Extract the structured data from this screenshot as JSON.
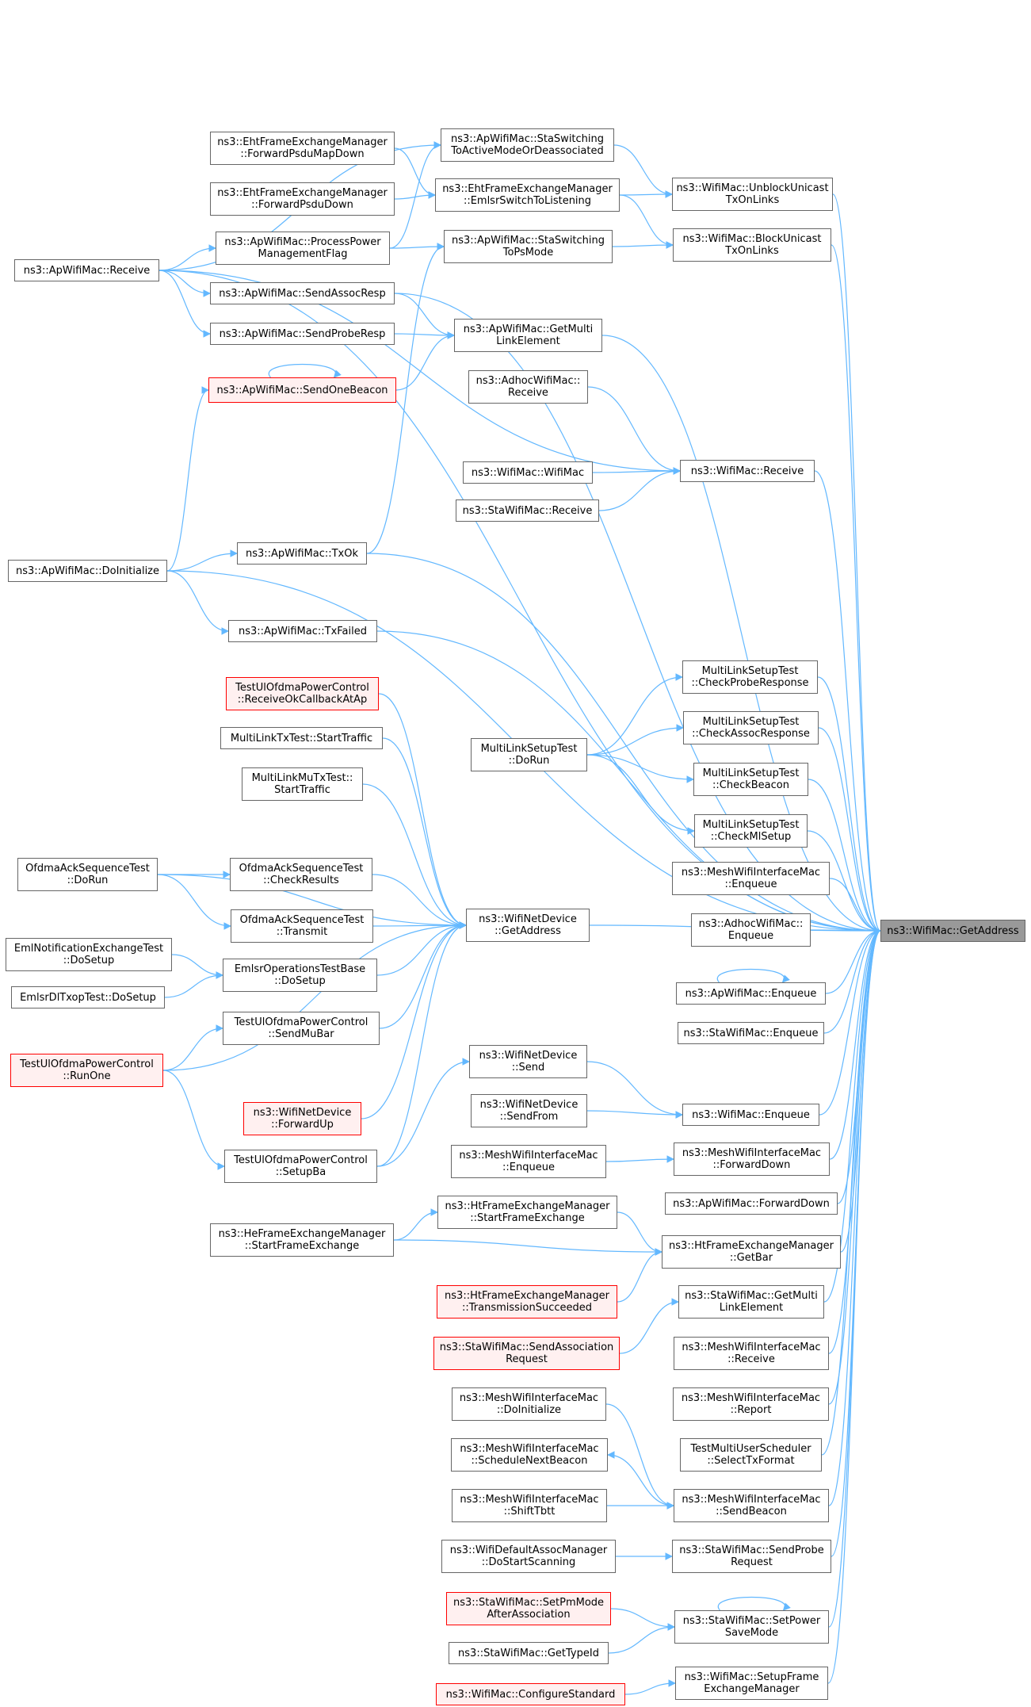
{
  "graph": {
    "title": "Caller graph",
    "focus": "ns3::WifiMac::GetAddress",
    "colors": {
      "edge": "#63b8ff",
      "node_border": "#666666",
      "red_border": "#ff0000",
      "red_fill": "#fff0f0",
      "focus_fill": "#999999"
    },
    "nodes": [
      {
        "id": "getaddr",
        "label": "ns3::WifiMac::GetAddress",
        "style": "focus"
      },
      {
        "id": "aprecv",
        "label": "ns3::ApWifiMac::Receive"
      },
      {
        "id": "efem_fpmd",
        "label": "ns3::EhtFrameExchangeManager\n::ForwardPsduMapDown"
      },
      {
        "id": "efem_fpd",
        "label": "ns3::EhtFrameExchangeManager\n::ForwardPsduDown"
      },
      {
        "id": "ap_ppmf",
        "label": "ns3::ApWifiMac::ProcessPower\nManagementFlag"
      },
      {
        "id": "ap_sar",
        "label": "ns3::ApWifiMac::SendAssocResp"
      },
      {
        "id": "ap_spr",
        "label": "ns3::ApWifiMac::SendProbeResp"
      },
      {
        "id": "ap_sob",
        "label": "ns3::ApWifiMac::SendOneBeacon",
        "style": "red"
      },
      {
        "id": "ap_ssam",
        "label": "ns3::ApWifiMac::StaSwitching\nToActiveModeOrDeassociated"
      },
      {
        "id": "efem_estl",
        "label": "ns3::EhtFrameExchangeManager\n::EmlsrSwitchToListening"
      },
      {
        "id": "ap_sstp",
        "label": "ns3::ApWifiMac::StaSwitching\nToPsMode"
      },
      {
        "id": "ap_gmle",
        "label": "ns3::ApWifiMac::GetMulti\nLinkElement"
      },
      {
        "id": "adhoc_recv",
        "label": "ns3::AdhocWifiMac::\nReceive"
      },
      {
        "id": "wm_wm",
        "label": "ns3::WifiMac::WifiMac"
      },
      {
        "id": "sta_recv",
        "label": "ns3::StaWifiMac::Receive"
      },
      {
        "id": "wm_uut",
        "label": "ns3::WifiMac::UnblockUnicast\nTxOnLinks"
      },
      {
        "id": "wm_but",
        "label": "ns3::WifiMac::BlockUnicast\nTxOnLinks"
      },
      {
        "id": "wm_recv",
        "label": "ns3::WifiMac::Receive"
      },
      {
        "id": "ap_doinit",
        "label": "ns3::ApWifiMac::DoInitialize"
      },
      {
        "id": "ap_txok",
        "label": "ns3::ApWifiMac::TxOk"
      },
      {
        "id": "ap_txf",
        "label": "ns3::ApWifiMac::TxFailed"
      },
      {
        "id": "tuopc_roc",
        "label": "TestUlOfdmaPowerControl\n::ReceiveOkCallbackAtAp",
        "style": "red"
      },
      {
        "id": "mltx_st",
        "label": "MultiLinkTxTest::StartTraffic"
      },
      {
        "id": "mlmu_st",
        "label": "MultiLinkMuTxTest::\nStartTraffic"
      },
      {
        "id": "oast_dorun",
        "label": "OfdmaAckSequenceTest\n::DoRun"
      },
      {
        "id": "oast_cr",
        "label": "OfdmaAckSequenceTest\n::CheckResults"
      },
      {
        "id": "oast_tx",
        "label": "OfdmaAckSequenceTest\n::Transmit"
      },
      {
        "id": "enet_ds",
        "label": "EmlNotificationExchangeTest\n::DoSetup"
      },
      {
        "id": "eotb_ds",
        "label": "EmlsrOperationsTestBase\n::DoSetup"
      },
      {
        "id": "edtt_ds",
        "label": "EmlsrDlTxopTest::DoSetup"
      },
      {
        "id": "tuopc_smb",
        "label": "TestUlOfdmaPowerControl\n::SendMuBar"
      },
      {
        "id": "tuopc_run",
        "label": "TestUlOfdmaPowerControl\n::RunOne",
        "style": "red"
      },
      {
        "id": "wnd_fu",
        "label": "ns3::WifiNetDevice\n::ForwardUp",
        "style": "red"
      },
      {
        "id": "tuopc_sba",
        "label": "TestUlOfdmaPowerControl\n::SetupBa"
      },
      {
        "id": "wnd_ga",
        "label": "ns3::WifiNetDevice\n::GetAddress"
      },
      {
        "id": "mlst_dorun",
        "label": "MultiLinkSetupTest\n::DoRun"
      },
      {
        "id": "mlst_cpr",
        "label": "MultiLinkSetupTest\n::CheckProbeResponse"
      },
      {
        "id": "mlst_car",
        "label": "MultiLinkSetupTest\n::CheckAssocResponse"
      },
      {
        "id": "mlst_cb",
        "label": "MultiLinkSetupTest\n::CheckBeacon"
      },
      {
        "id": "mlst_cms",
        "label": "MultiLinkSetupTest\n::CheckMlSetup"
      },
      {
        "id": "mwim_enq",
        "label": "ns3::MeshWifiInterfaceMac\n::Enqueue"
      },
      {
        "id": "adhoc_enq",
        "label": "ns3::AdhocWifiMac::\nEnqueue"
      },
      {
        "id": "ap_enq",
        "label": "ns3::ApWifiMac::Enqueue"
      },
      {
        "id": "sta_enq",
        "label": "ns3::StaWifiMac::Enqueue"
      },
      {
        "id": "wnd_send",
        "label": "ns3::WifiNetDevice\n::Send"
      },
      {
        "id": "wnd_sf",
        "label": "ns3::WifiNetDevice\n::SendFrom"
      },
      {
        "id": "wm_enq",
        "label": "ns3::WifiMac::Enqueue"
      },
      {
        "id": "mwim_enq2",
        "label": "ns3::MeshWifiInterfaceMac\n::Enqueue"
      },
      {
        "id": "mwim_fd",
        "label": "ns3::MeshWifiInterfaceMac\n::ForwardDown"
      },
      {
        "id": "ap_fd",
        "label": "ns3::ApWifiMac::ForwardDown"
      },
      {
        "id": "htfem_sfe",
        "label": "ns3::HtFrameExchangeManager\n::StartFrameExchange"
      },
      {
        "id": "hefem_sfe",
        "label": "ns3::HeFrameExchangeManager\n::StartFrameExchange"
      },
      {
        "id": "htfem_gb",
        "label": "ns3::HtFrameExchangeManager\n::GetBar"
      },
      {
        "id": "htfem_ts",
        "label": "ns3::HtFrameExchangeManager\n::TransmissionSucceeded",
        "style": "red"
      },
      {
        "id": "sta_sar",
        "label": "ns3::StaWifiMac::SendAssociation\nRequest",
        "style": "red"
      },
      {
        "id": "sta_gmle",
        "label": "ns3::StaWifiMac::GetMulti\nLinkElement"
      },
      {
        "id": "mwim_recv",
        "label": "ns3::MeshWifiInterfaceMac\n::Receive"
      },
      {
        "id": "mwim_rep",
        "label": "ns3::MeshWifiInterfaceMac\n::Report"
      },
      {
        "id": "tmus_stf",
        "label": "TestMultiUserScheduler\n::SelectTxFormat"
      },
      {
        "id": "mwim_di",
        "label": "ns3::MeshWifiInterfaceMac\n::DoInitialize"
      },
      {
        "id": "mwim_snb",
        "label": "ns3::MeshWifiInterfaceMac\n::ScheduleNextBeacon"
      },
      {
        "id": "mwim_st",
        "label": "ns3::MeshWifiInterfaceMac\n::ShiftTbtt"
      },
      {
        "id": "mwim_sb",
        "label": "ns3::MeshWifiInterfaceMac\n::SendBeacon"
      },
      {
        "id": "wdam_dss",
        "label": "ns3::WifiDefaultAssocManager\n::DoStartScanning"
      },
      {
        "id": "sta_spr",
        "label": "ns3::StaWifiMac::SendProbe\nRequest"
      },
      {
        "id": "sta_spm",
        "label": "ns3::StaWifiMac::SetPmMode\nAfterAssociation",
        "style": "red"
      },
      {
        "id": "sta_gti",
        "label": "ns3::StaWifiMac::GetTypeId"
      },
      {
        "id": "sta_spsm",
        "label": "ns3::StaWifiMac::SetPower\nSaveMode"
      },
      {
        "id": "wm_cs",
        "label": "ns3::WifiMac::ConfigureStandard",
        "style": "red"
      },
      {
        "id": "wm_sfem",
        "label": "ns3::WifiMac::SetupFrame\nExchangeManager"
      }
    ],
    "edges": [
      [
        "aprecv",
        "ap_ppmf"
      ],
      [
        "aprecv",
        "ap_sar"
      ],
      [
        "aprecv",
        "ap_spr"
      ],
      [
        "aprecv",
        "ap_ssam"
      ],
      [
        "aprecv",
        "wm_recv"
      ],
      [
        "aprecv",
        "getaddr"
      ],
      [
        "efem_fpmd",
        "efem_estl"
      ],
      [
        "efem_fpd",
        "efem_estl"
      ],
      [
        "ap_ppmf",
        "ap_ssam"
      ],
      [
        "ap_ppmf",
        "ap_sstp"
      ],
      [
        "ap_sar",
        "ap_gmle"
      ],
      [
        "ap_sar",
        "getaddr"
      ],
      [
        "ap_spr",
        "ap_gmle"
      ],
      [
        "ap_sob",
        "ap_gmle"
      ],
      [
        "ap_sob",
        "ap_sob"
      ],
      [
        "ap_ssam",
        "wm_uut"
      ],
      [
        "efem_estl",
        "wm_uut"
      ],
      [
        "efem_estl",
        "wm_but"
      ],
      [
        "ap_sstp",
        "wm_but"
      ],
      [
        "wm_uut",
        "getaddr"
      ],
      [
        "wm_but",
        "getaddr"
      ],
      [
        "ap_gmle",
        "getaddr"
      ],
      [
        "adhoc_recv",
        "wm_recv"
      ],
      [
        "wm_wm",
        "wm_recv"
      ],
      [
        "sta_recv",
        "wm_recv"
      ],
      [
        "wm_recv",
        "getaddr"
      ],
      [
        "ap_doinit",
        "ap_sob"
      ],
      [
        "ap_doinit",
        "ap_txok"
      ],
      [
        "ap_doinit",
        "ap_txf"
      ],
      [
        "ap_doinit",
        "getaddr"
      ],
      [
        "ap_txok",
        "ap_sstp"
      ],
      [
        "ap_txok",
        "getaddr"
      ],
      [
        "ap_txf",
        "getaddr"
      ],
      [
        "tuopc_roc",
        "wnd_ga"
      ],
      [
        "mltx_st",
        "wnd_ga"
      ],
      [
        "mlmu_st",
        "wnd_ga"
      ],
      [
        "oast_dorun",
        "oast_cr"
      ],
      [
        "oast_dorun",
        "oast_tx"
      ],
      [
        "oast_dorun",
        "wnd_ga"
      ],
      [
        "oast_cr",
        "wnd_ga"
      ],
      [
        "oast_tx",
        "wnd_ga"
      ],
      [
        "enet_ds",
        "eotb_ds"
      ],
      [
        "edtt_ds",
        "eotb_ds"
      ],
      [
        "eotb_ds",
        "wnd_ga"
      ],
      [
        "tuopc_smb",
        "wnd_ga"
      ],
      [
        "tuopc_run",
        "tuopc_smb"
      ],
      [
        "tuopc_run",
        "tuopc_sba"
      ],
      [
        "tuopc_run",
        "wnd_ga"
      ],
      [
        "wnd_fu",
        "wnd_ga"
      ],
      [
        "tuopc_sba",
        "wnd_send"
      ],
      [
        "tuopc_sba",
        "wnd_ga"
      ],
      [
        "wnd_ga",
        "getaddr"
      ],
      [
        "mlst_dorun",
        "mlst_cpr"
      ],
      [
        "mlst_dorun",
        "mlst_car"
      ],
      [
        "mlst_dorun",
        "mlst_cb"
      ],
      [
        "mlst_dorun",
        "mlst_cms"
      ],
      [
        "mlst_cpr",
        "getaddr"
      ],
      [
        "mlst_car",
        "getaddr"
      ],
      [
        "mlst_cb",
        "getaddr"
      ],
      [
        "mlst_cms",
        "getaddr"
      ],
      [
        "mwim_enq",
        "getaddr"
      ],
      [
        "adhoc_enq",
        "getaddr"
      ],
      [
        "ap_enq",
        "getaddr"
      ],
      [
        "ap_enq",
        "ap_enq"
      ],
      [
        "sta_enq",
        "getaddr"
      ],
      [
        "wnd_send",
        "wm_enq"
      ],
      [
        "wnd_sf",
        "wm_enq"
      ],
      [
        "wm_enq",
        "getaddr"
      ],
      [
        "mwim_enq2",
        "mwim_fd"
      ],
      [
        "mwim_fd",
        "getaddr"
      ],
      [
        "ap_fd",
        "getaddr"
      ],
      [
        "hefem_sfe",
        "htfem_sfe"
      ],
      [
        "hefem_sfe",
        "htfem_gb"
      ],
      [
        "htfem_sfe",
        "htfem_gb"
      ],
      [
        "htfem_ts",
        "htfem_gb"
      ],
      [
        "htfem_gb",
        "getaddr"
      ],
      [
        "sta_sar",
        "sta_gmle"
      ],
      [
        "sta_gmle",
        "getaddr"
      ],
      [
        "mwim_recv",
        "getaddr"
      ],
      [
        "mwim_rep",
        "getaddr"
      ],
      [
        "tmus_stf",
        "getaddr"
      ],
      [
        "mwim_di",
        "mwim_sb"
      ],
      [
        "mwim_sb",
        "mwim_snb"
      ],
      [
        "mwim_st",
        "mwim_sb"
      ],
      [
        "mwim_sb",
        "getaddr"
      ],
      [
        "wdam_dss",
        "sta_spr"
      ],
      [
        "sta_spr",
        "getaddr"
      ],
      [
        "sta_spm",
        "sta_spsm"
      ],
      [
        "sta_gti",
        "sta_spsm"
      ],
      [
        "sta_spsm",
        "sta_spsm"
      ],
      [
        "sta_spsm",
        "getaddr"
      ],
      [
        "wm_cs",
        "wm_sfem"
      ],
      [
        "wm_sfem",
        "getaddr"
      ]
    ]
  }
}
